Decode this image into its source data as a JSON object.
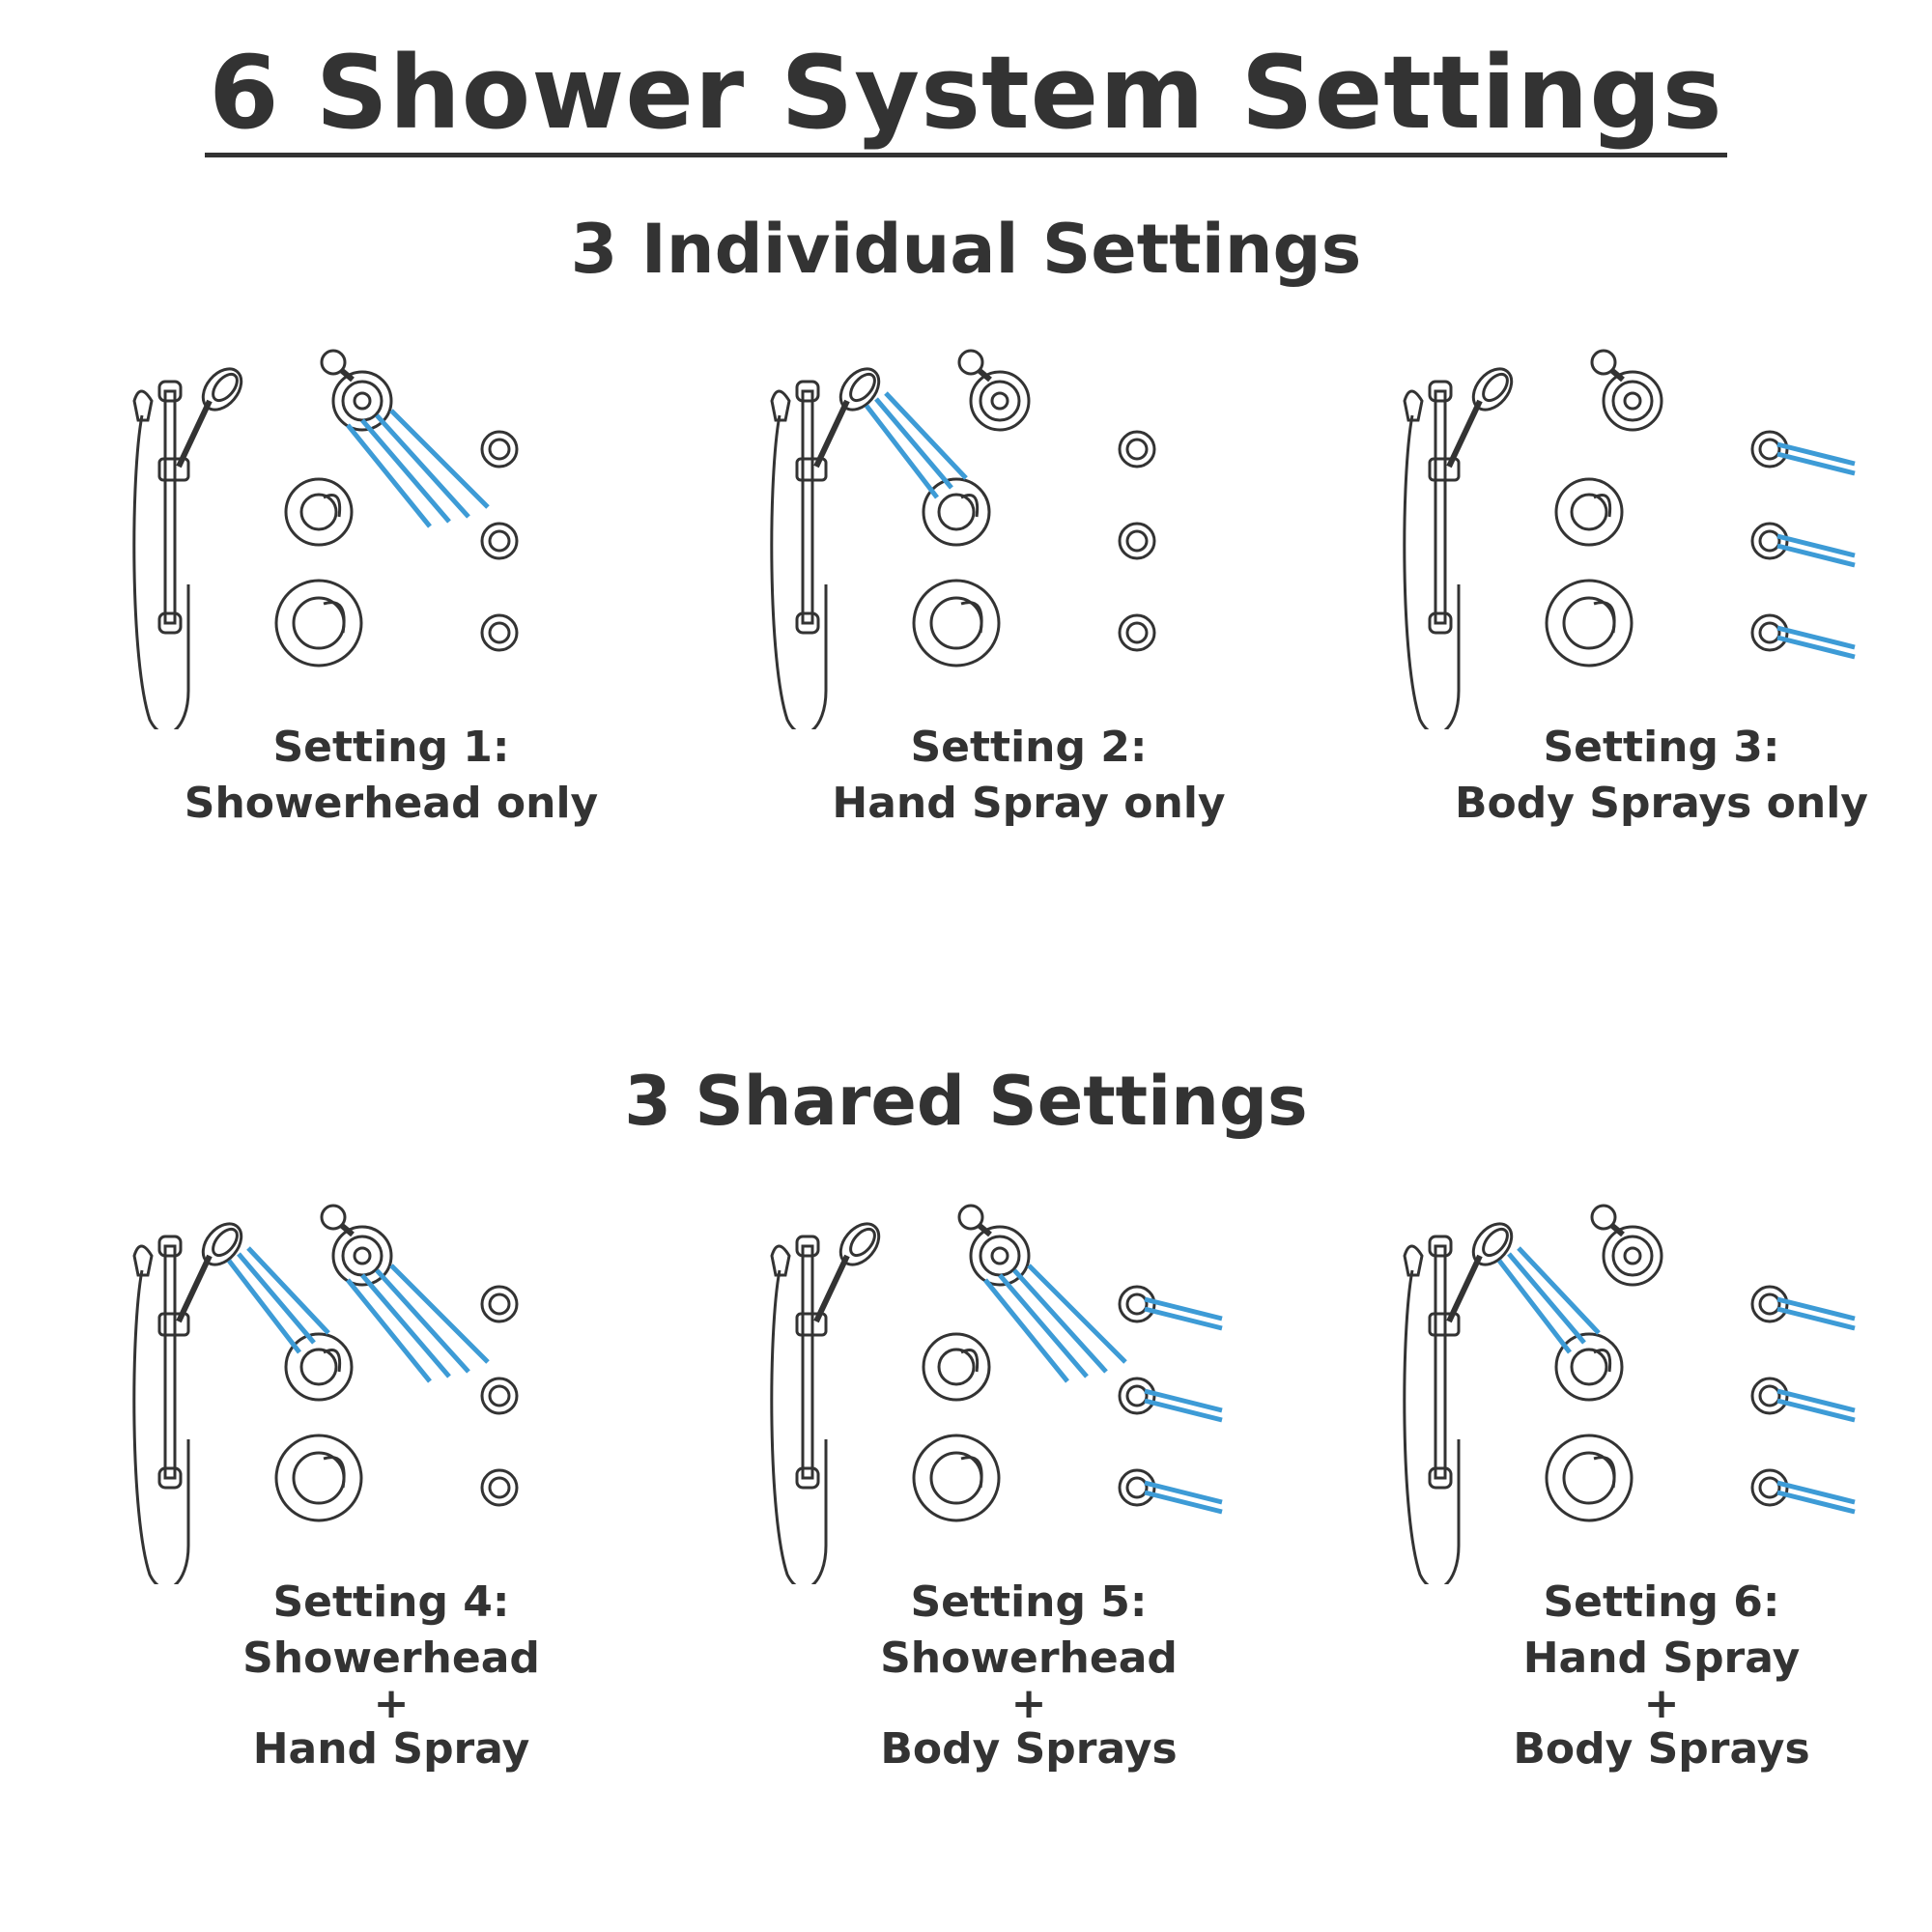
{
  "title": "6 Shower System Settings",
  "individual": {
    "heading": "3 Individual Settings",
    "settings": [
      {
        "label": "Setting 1:",
        "lines": [
          "Showerhead only"
        ],
        "active": [
          "showerhead"
        ]
      },
      {
        "label": "Setting 2:",
        "lines": [
          "Hand Spray only"
        ],
        "active": [
          "handspray"
        ]
      },
      {
        "label": "Setting 3:",
        "lines": [
          "Body Sprays only"
        ],
        "active": [
          "bodysprays"
        ]
      }
    ]
  },
  "shared": {
    "heading": "3 Shared Settings",
    "settings": [
      {
        "label": "Setting 4:",
        "lines": [
          "Showerhead",
          "+",
          "Hand Spray"
        ],
        "active": [
          "showerhead",
          "handspray"
        ]
      },
      {
        "label": "Setting 5:",
        "lines": [
          "Showerhead",
          "+",
          "Body Sprays"
        ],
        "active": [
          "showerhead",
          "bodysprays"
        ]
      },
      {
        "label": "Setting 6:",
        "lines": [
          "Hand Spray",
          "+",
          "Body Sprays"
        ],
        "active": [
          "handspray",
          "bodysprays"
        ]
      }
    ]
  },
  "colors": {
    "water": "#3d9bd6",
    "line": "#333333"
  }
}
